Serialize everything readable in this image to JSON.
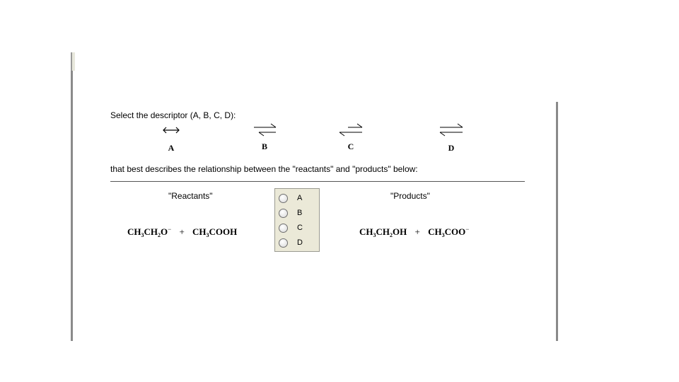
{
  "prompt": "Select the descriptor (A, B, C, D):",
  "descriptors": [
    {
      "label": "A",
      "symbol": "double-headed-arrow"
    },
    {
      "label": "B",
      "symbol": "equilibrium-harpoons"
    },
    {
      "label": "C",
      "symbol": "equilibrium-harpoons-reverse-favored"
    },
    {
      "label": "D",
      "symbol": "equilibrium-harpoons-equal"
    }
  ],
  "question": "that best describes the relationship between the \"reactants\" and \"products\" below:",
  "reactants": {
    "heading": "\"Reactants\"",
    "species1": {
      "base": "CH",
      "sub1": "3",
      "mid": "CH",
      "sub2": "2",
      "tail": "O",
      "charge": "−"
    },
    "plus": "+",
    "species2": {
      "base": "CH",
      "sub1": "3",
      "tail": "COOH"
    }
  },
  "products": {
    "heading": "\"Products\"",
    "species1": {
      "base": "CH",
      "sub1": "3",
      "mid": "CH",
      "sub2": "2",
      "tail": "OH"
    },
    "plus": "+",
    "species2": {
      "base": "CH",
      "sub1": "3",
      "tail": "COO",
      "charge": "−"
    }
  },
  "choices": [
    "A",
    "B",
    "C",
    "D"
  ],
  "selected": null
}
